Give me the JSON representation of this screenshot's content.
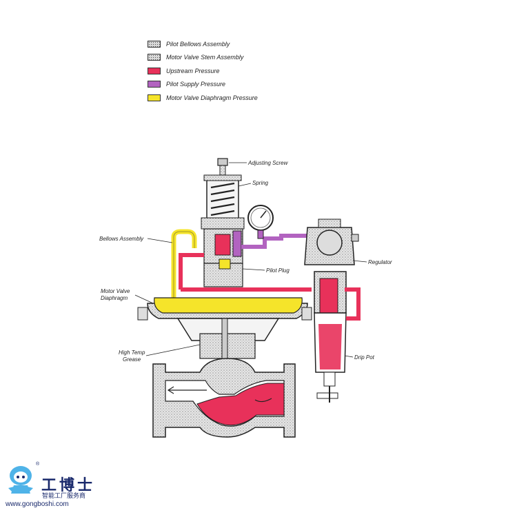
{
  "legend": {
    "items": [
      {
        "label": "Pilot Bellows Assembly",
        "color": "#d9d9d9",
        "patterned": true
      },
      {
        "label": "Motor Valve Stem Assembly",
        "color": "#d9d9d9",
        "patterned": true
      },
      {
        "label": "Upstream Pressure",
        "color": "#e8315a",
        "patterned": false
      },
      {
        "label": "Pilot Supply Pressure",
        "color": "#b263c0",
        "patterned": false
      },
      {
        "label": "Motor Valve Diaphragm Pressure",
        "color": "#f5e42a",
        "patterned": false
      }
    ]
  },
  "callouts": {
    "adjusting_screw": "Adjusting Screw",
    "spring": "Spring",
    "bellows_assembly": "Bellows Assembly",
    "pilot_plug": "Pilot Plug",
    "regulator": "Regulator",
    "motor_valve_diaphragm_1": "Motor Valve",
    "motor_valve_diaphragm_2": "Diaphragm",
    "high_temp_grease_1": "High Temp",
    "high_temp_grease_2": "Grease",
    "drip_pot": "Drip Pot"
  },
  "watermark": {
    "brand_name": "工博士",
    "tagline": "智能工厂服务商",
    "url": "www.gongboshi.com",
    "registered_mark": "®"
  }
}
